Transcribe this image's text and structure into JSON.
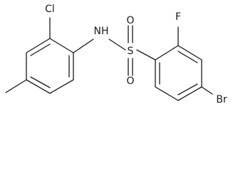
{
  "molecule": {
    "atoms": {
      "cl": "Cl",
      "nh": "NH",
      "s": "S",
      "o_top": "O",
      "o_bottom": "O",
      "f": "F",
      "br": "Br"
    }
  }
}
